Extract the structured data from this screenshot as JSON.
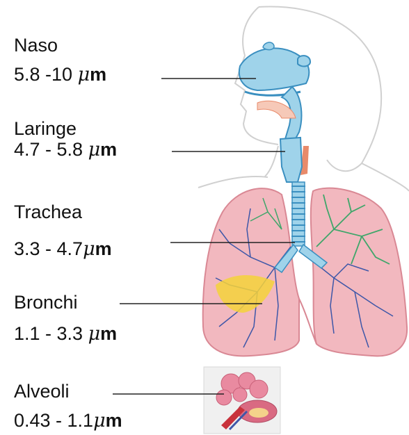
{
  "regions": [
    {
      "name": "Naso",
      "range": "5.8 -10 ",
      "unit_symbol": "μ",
      "unit_letter": "m"
    },
    {
      "name": "Laringe",
      "range": "4.7 - 5.8 ",
      "unit_symbol": "μ",
      "unit_letter": "m"
    },
    {
      "name": "Trachea",
      "range": "3.3 - 4.7",
      "unit_symbol": "μ",
      "unit_letter": "m"
    },
    {
      "name": "Bronchi",
      "range": "1.1 - 3.3 ",
      "unit_symbol": "μ",
      "unit_letter": "m"
    },
    {
      "name": "Alveoli",
      "range": "0.43 - 1.1",
      "unit_symbol": "μ",
      "unit_letter": "m"
    }
  ],
  "colors": {
    "airway": "#9fd3ea",
    "airway_dark": "#3a8fc0",
    "lung": "#f2b8bf",
    "lung_edge": "#d98894",
    "vein_blue": "#3e57a8",
    "vein_green": "#3fa66a",
    "bronchi_yellow": "#f4d23a",
    "throat": "#e88a6a",
    "alveoli": "#e98aa0"
  }
}
